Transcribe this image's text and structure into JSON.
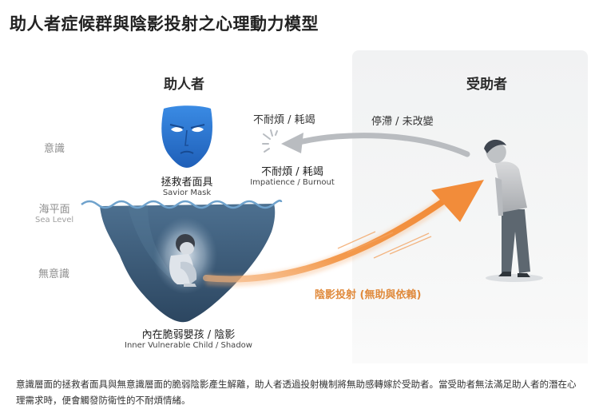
{
  "title": "助人者症候群與陰影投射之心理動力模型",
  "columns": {
    "helper": "助人者",
    "recipient": "受助者"
  },
  "levels": {
    "conscious": "意識",
    "sea_level_zh": "海平面",
    "sea_level_en": "Sea Level",
    "unconscious": "無意識"
  },
  "mask": {
    "label_zh": "拯救者面具",
    "label_en": "Savior Mask",
    "color": "#2f7bd6"
  },
  "impatience": {
    "top_label": "不耐煩 / 耗竭",
    "label_zh": "不耐煩 / 耗竭",
    "label_en": "Impatience / Burnout"
  },
  "stagnation_label": "停滯 / 未改變",
  "inner_child": {
    "label_zh": "內在脆弱嬰孩 / 陰影",
    "label_en": "Inner Vulnerable Child / Shadow",
    "iceberg_color": "#3b5a7a"
  },
  "projection": {
    "label": "陰影投射 (無助與依賴)",
    "color": "#f28c3a"
  },
  "return_arrow_color": "#b9bcc0",
  "footer": "意識層面的拯救者面具與無意識層面的脆弱陰影產生解離，助人者透過投射機制將無助感轉嫁於受助者。當受助者無法滿足助人者的潛在心理需求時，便會觸發防衛性的不耐煩情緒。"
}
